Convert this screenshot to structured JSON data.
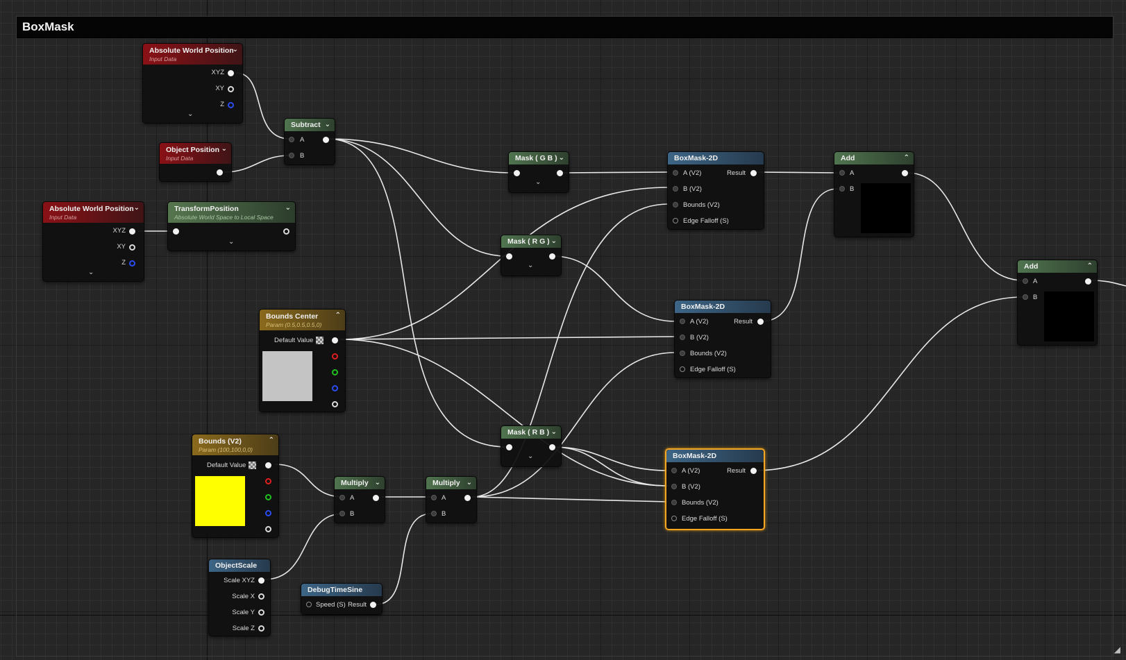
{
  "comment": {
    "title": "BoxMask"
  },
  "colors": {
    "selection": "#f5a623",
    "input_data": "#8a1116",
    "param": "#8a6a1c",
    "function": "#3d6586",
    "math": "#50744f",
    "bounds_center_swatch": "#c4c4c4",
    "bounds_swatch": "#ffff00",
    "add_preview": "#000000"
  },
  "nodes": {
    "awp1": {
      "title": "Absolute World Position",
      "subtitle": "Input Data",
      "pins": [
        "XYZ",
        "XY",
        "Z"
      ]
    },
    "objpos": {
      "title": "Object Position",
      "subtitle": "Input Data"
    },
    "awp2": {
      "title": "Absolute World Position",
      "subtitle": "Input Data",
      "pins": [
        "XYZ",
        "XY",
        "Z"
      ]
    },
    "transform": {
      "title": "TransformPosition",
      "subtitle": "Absolute World Space to Local Space"
    },
    "subtract": {
      "title": "Subtract",
      "pins": [
        "A",
        "B"
      ]
    },
    "bounds_center": {
      "title": "Bounds Center",
      "subtitle": "Param (0.5,0.5,0.5,0)",
      "default_label": "Default Value"
    },
    "bounds_v2": {
      "title": "Bounds (V2)",
      "subtitle": "Param (100,100,0,0)",
      "default_label": "Default Value"
    },
    "multiply1": {
      "title": "Multiply",
      "pins": [
        "A",
        "B"
      ]
    },
    "multiply2": {
      "title": "Multiply",
      "pins": [
        "A",
        "B"
      ]
    },
    "objscale": {
      "title": "ObjectScale",
      "pins": [
        "Scale XYZ",
        "Scale X",
        "Scale Y",
        "Scale Z"
      ]
    },
    "debugsine": {
      "title": "DebugTimeSine",
      "input": "Speed (S)",
      "output": "Result"
    },
    "mask_gb": {
      "title": "Mask ( G B )"
    },
    "mask_rg": {
      "title": "Mask ( R G )"
    },
    "mask_rb": {
      "title": "Mask ( R B )"
    },
    "boxmask1": {
      "title": "BoxMask-2D",
      "pins": [
        "A (V2)",
        "B (V2)",
        "Bounds (V2)",
        "Edge Falloff (S)"
      ],
      "output": "Result"
    },
    "boxmask2": {
      "title": "BoxMask-2D",
      "pins": [
        "A (V2)",
        "B (V2)",
        "Bounds (V2)",
        "Edge Falloff (S)"
      ],
      "output": "Result"
    },
    "boxmask3": {
      "title": "BoxMask-2D",
      "pins": [
        "A (V2)",
        "B (V2)",
        "Bounds (V2)",
        "Edge Falloff (S)"
      ],
      "output": "Result"
    },
    "add1": {
      "title": "Add",
      "pins": [
        "A",
        "B"
      ]
    },
    "add2": {
      "title": "Add",
      "pins": [
        "A",
        "B"
      ]
    }
  }
}
